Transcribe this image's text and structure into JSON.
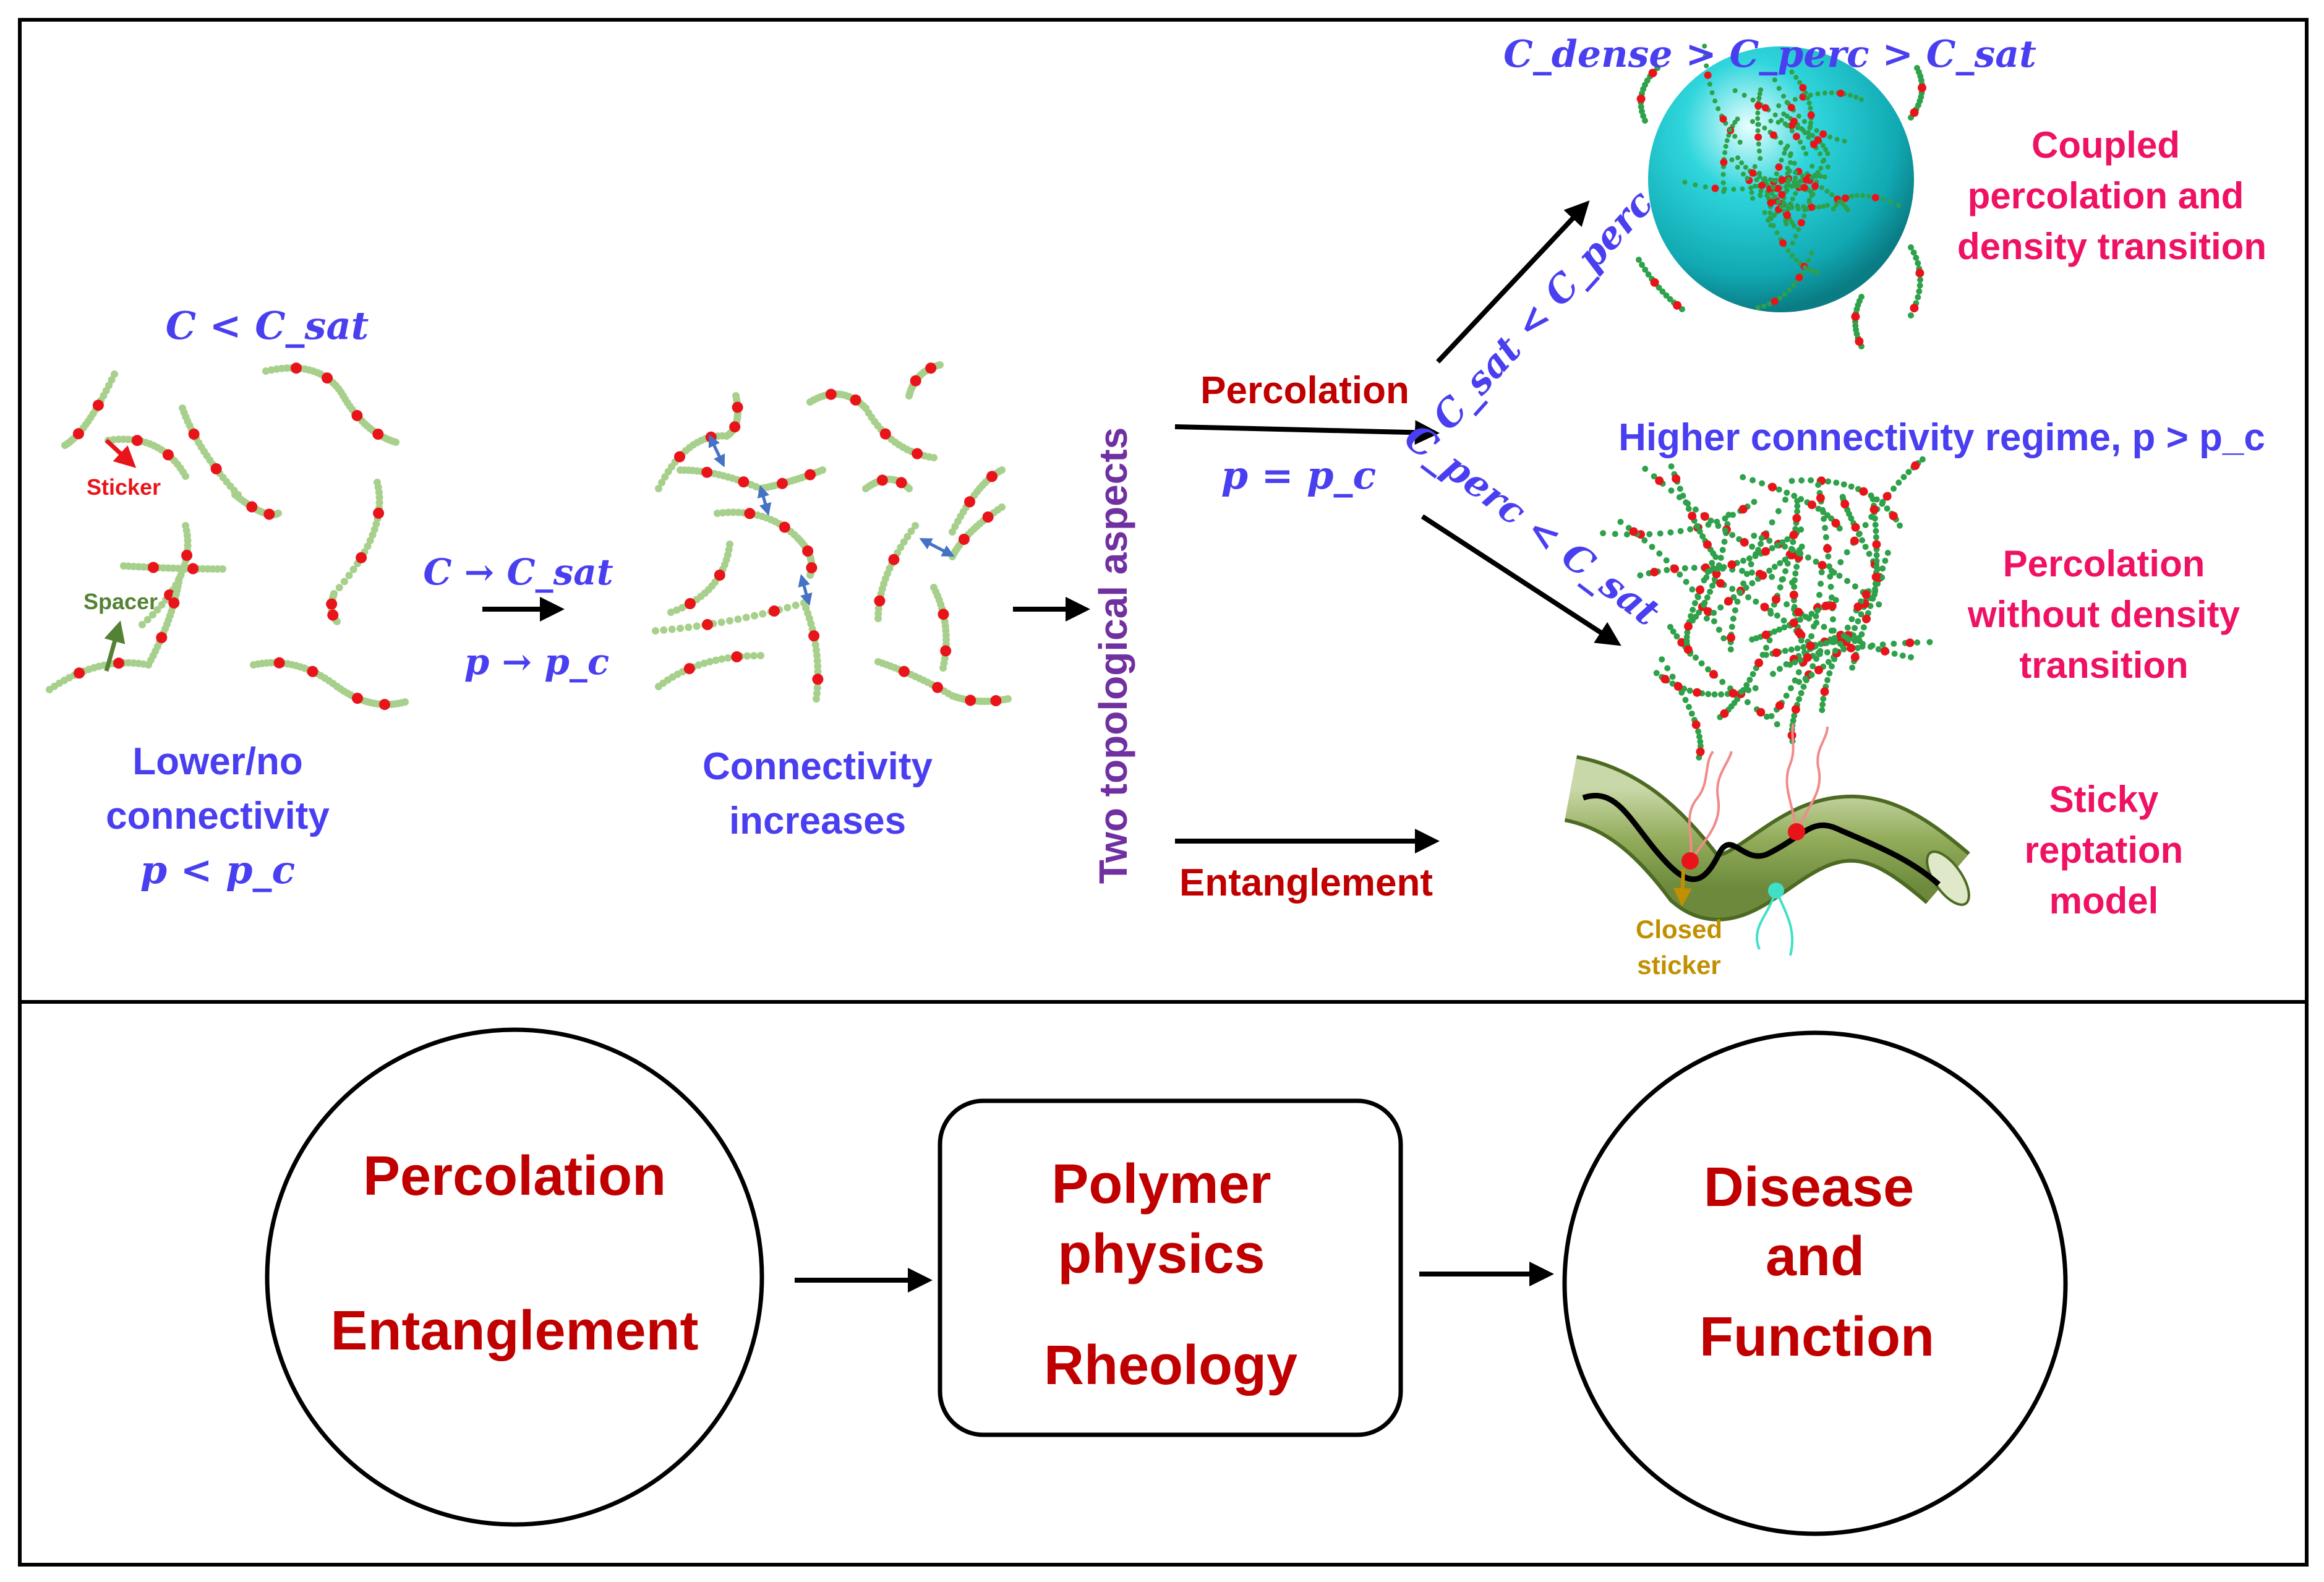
{
  "colors": {
    "blue": "#4a3ff0",
    "dark_red": "#c00000",
    "magenta": "#ee1164",
    "purple": "#7030a0",
    "sticker": "#e8141a",
    "spacer_bead": "#a7d08c",
    "spacer_green": "#548235",
    "closed_sticker": "#c09000",
    "sphere": "#18c3cc",
    "tube": "#9cb56a",
    "arrow_blue": "#4472c4",
    "black": "#000000"
  },
  "top_panel": {
    "start_state": {
      "condition": "C < C_sat",
      "sticker_label": "Sticker",
      "spacer_label": "Spacer",
      "caption": [
        "Lower/no",
        "connectivity"
      ],
      "regime": "p < p_c"
    },
    "transition_1": {
      "condition": "C → C_sat",
      "regime": "p → p_c"
    },
    "middle_state": {
      "caption": [
        "Connectivity",
        "increases"
      ]
    },
    "vertical_title": "Two topological aspects",
    "percolation_branch": {
      "label": "Percolation",
      "regime": "p = p_c",
      "upper_condition": "C_sat < C_perc",
      "lower_condition": "C_perc < C_sat",
      "top_condition": "C_dense > C_perc > C_sat",
      "higher_regime_label": "Higher connectivity regime, p > p_c",
      "upper_outcome": [
        "Coupled",
        "percolation and",
        "density transition"
      ],
      "lower_outcome": [
        "Percolation",
        "without density",
        "transition"
      ]
    },
    "entanglement_branch": {
      "label": "Entanglement",
      "closed_sticker_label": [
        "Closed",
        "sticker"
      ],
      "outcome": [
        "Sticky",
        "reptation",
        "model"
      ]
    }
  },
  "bottom_panel": {
    "left_circle": [
      "Percolation",
      "Entanglement"
    ],
    "middle_box": [
      "Polymer",
      "physics",
      "Rheology"
    ],
    "right_circle": [
      "Disease",
      "and",
      "Function"
    ]
  }
}
